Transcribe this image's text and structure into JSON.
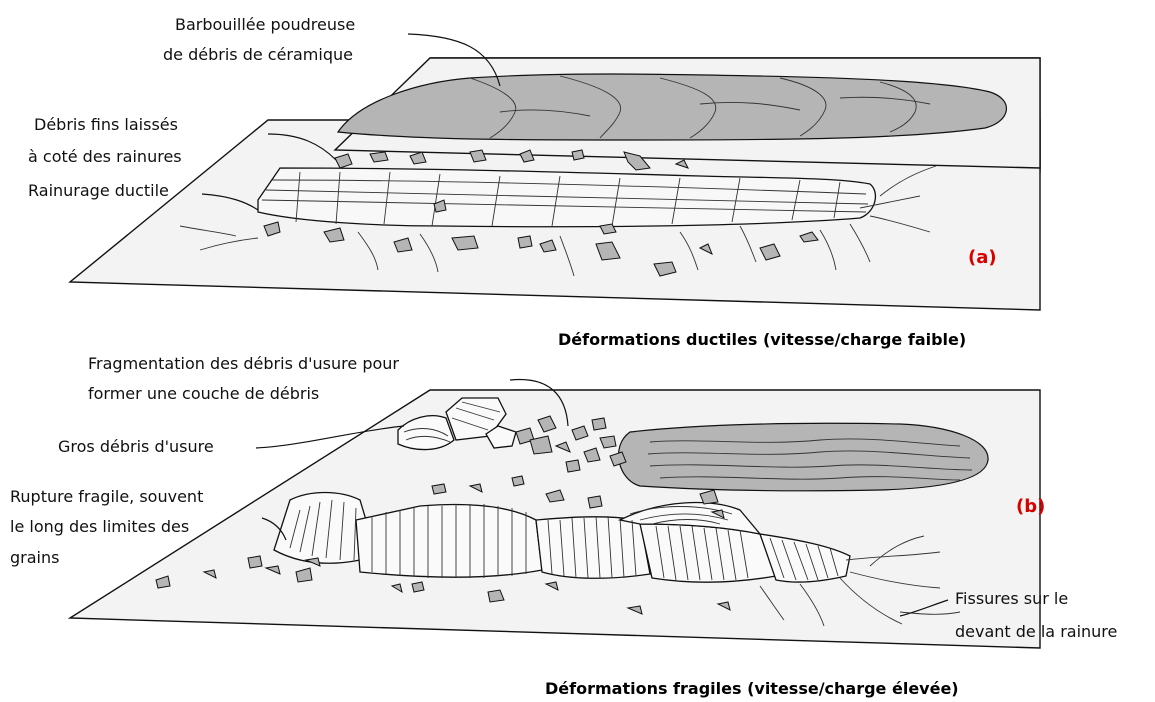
{
  "panel_a": {
    "tag": "(a)",
    "title": "Déformations ductiles (vitesse/charge faible)",
    "labels": {
      "smear_line1": "Barbouillée poudreuse",
      "smear_line2": "de débris de céramique",
      "fine_debris_line1": "Débris fins laissés",
      "fine_debris_line2": "à coté des rainures",
      "ductile_groove": "Rainurage ductile"
    }
  },
  "panel_b": {
    "tag": "(b)",
    "title": "Déformations fragiles (vitesse/charge élevée)",
    "labels": {
      "fragmentation_line1": "Fragmentation des débris d'usure pour",
      "fragmentation_line2": "former une couche de débris",
      "large_debris": "Gros débris d'usure",
      "brittle_line1": "Rupture fragile, souvent",
      "brittle_line2": "le long des limites des",
      "brittle_line3": "grains",
      "cracks_line1": "Fissures sur le",
      "cracks_line2": "devant de la rainure"
    }
  },
  "colors": {
    "tag": "#d90000",
    "debris_gray": "#b5b5b5",
    "plate": "#f3f3f3"
  }
}
